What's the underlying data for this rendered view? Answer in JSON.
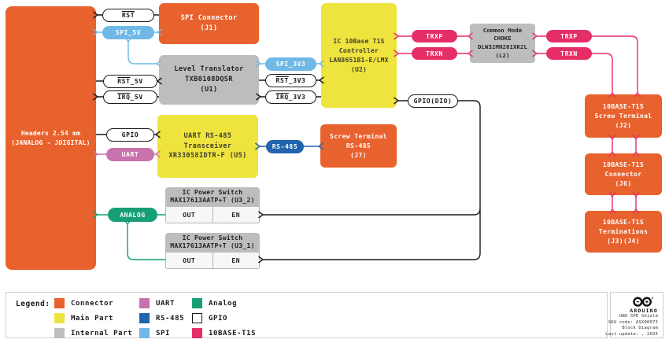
{
  "blocks": {
    "headers": {
      "label": "Headers 2.54 mm\n(JANALOG - JDIGITAL)"
    },
    "j1": {
      "label": "SPI Connector\n(J1)"
    },
    "u1": {
      "label": "Level Translator\nTXB0108DQSR\n(U1)"
    },
    "u2": {
      "label": "IC 10Base T1S\nController\nLAN8651B1-E/LMX\n(U2)"
    },
    "l2": {
      "label": "Common Mode\nCHOKE\nDLW32MH201XK2L\n(L2)"
    },
    "u5": {
      "label": "UART RS-485\nTransceiver\nXR33058IDTR-F (U5)"
    },
    "j7": {
      "label": "Screw Terminal\nRS-485\n(J7)"
    },
    "j2": {
      "label": "10BASE-T1S\nScrew Terminal\n(J2)"
    },
    "j6": {
      "label": "10BASE-T1S\nConnector\n(J6)"
    },
    "j34": {
      "label": "10BASE-T1S\nTerminations\n(J3)(J4)"
    },
    "u3_2": {
      "header": "IC Power Switch\nMAX17613AATP+T (U3_2)",
      "out": "OUT",
      "en": "EN"
    },
    "u3_1": {
      "header": "IC Power Switch\nMAX17613AATP+T (U3_1)",
      "out": "OUT",
      "en": "EN"
    }
  },
  "signals": {
    "rst": {
      "over": "RST",
      "rest": ""
    },
    "spi_5v": {
      "over": "",
      "rest": "SPI_5V"
    },
    "rst_5v": {
      "over": "RST",
      "rest": "_5V"
    },
    "irq_5v": {
      "over": "IRQ",
      "rest": "_5V"
    },
    "spi_3v3": {
      "over": "",
      "rest": "SPI_3V3"
    },
    "rst_3v3": {
      "over": "RST",
      "rest": "_3V3"
    },
    "irq_3v3": {
      "over": "IRQ",
      "rest": "_3V3"
    },
    "trxp": {
      "over": "",
      "rest": "TRXP"
    },
    "trxn": {
      "over": "",
      "rest": "TRXN"
    },
    "gpio_dio": {
      "over": "",
      "rest": "GPIO(DIO)"
    },
    "gpio": {
      "over": "",
      "rest": "GPIO"
    },
    "uart": {
      "over": "",
      "rest": "UART"
    },
    "rs485": {
      "over": "",
      "rest": "RS-485"
    },
    "analog": {
      "over": "",
      "rest": "ANALOG"
    }
  },
  "colors": {
    "connector": "#E8622D",
    "main_part": "#EFE33D",
    "internal_part": "#BDBDBD",
    "uart": "#C873AE",
    "rs485": "#1F64AD",
    "spi": "#70B8E6",
    "analog": "#179E77",
    "gpio": "#FFFFFF",
    "t10base": "#E62E66",
    "wire_black": "#1a1a1a"
  },
  "legend": {
    "title": "Legend:",
    "items": [
      {
        "label": "Connector",
        "color": "#E8622D"
      },
      {
        "label": "Main Part",
        "color": "#EFE33D"
      },
      {
        "label": "Internal Part",
        "color": "#BDBDBD"
      },
      {
        "label": "UART",
        "color": "#C873AE"
      },
      {
        "label": "RS-485",
        "color": "#1F64AD"
      },
      {
        "label": "SPI",
        "color": "#70B8E6"
      },
      {
        "label": "Analog",
        "color": "#179E77"
      },
      {
        "label": "GPIO",
        "color": "#FFFFFF",
        "outlined": true
      },
      {
        "label": "10BASE-T1S",
        "color": "#E62E66"
      }
    ]
  },
  "footer": {
    "brand": "ARDUINO",
    "lines": [
      "UNO SPE Shield",
      "SKU code: ASX00073",
      "Block Diagram",
      "Last update: , 2025"
    ]
  }
}
